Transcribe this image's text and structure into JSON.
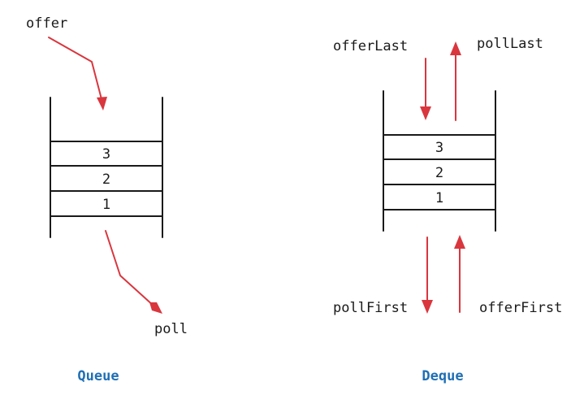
{
  "queue": {
    "caption": "Queue",
    "enqueue_label": "offer",
    "dequeue_label": "poll",
    "slots": [
      "3",
      "2",
      "1"
    ]
  },
  "deque": {
    "caption": "Deque",
    "top_in_label": "offerLast",
    "top_out_label": "pollLast",
    "bottom_out_label": "pollFirst",
    "bottom_in_label": "offerFirst",
    "slots": [
      "3",
      "2",
      "1"
    ]
  },
  "colors": {
    "arrow": "#d9363e",
    "caption": "#1f6fb5",
    "line": "#1a1a1a"
  }
}
